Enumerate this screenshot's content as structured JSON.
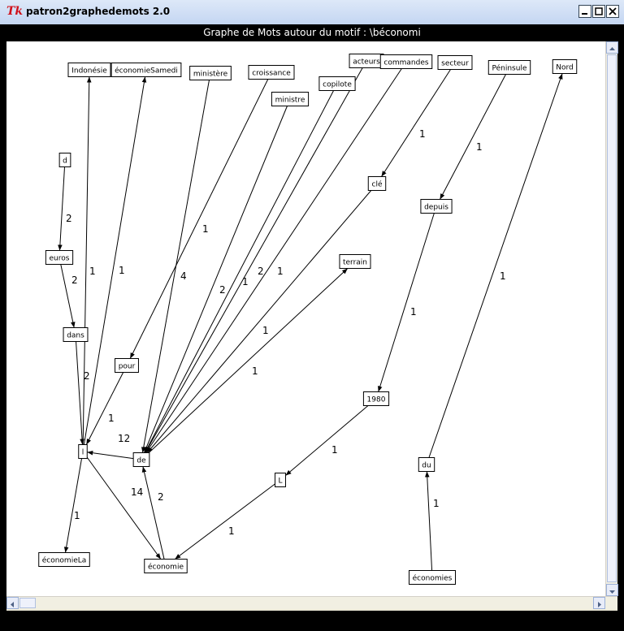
{
  "window": {
    "title": "patron2graphedemots 2.0",
    "icon": "tk-feather-icon"
  },
  "header": {
    "text": "Graphe de Mots autour du motif : \\béconomi"
  },
  "graph": {
    "nodes": [
      {
        "id": "indonesie",
        "label": "Indonésie"
      },
      {
        "id": "economiesamedi",
        "label": "économieSamedi"
      },
      {
        "id": "ministere_acc",
        "label": "ministère"
      },
      {
        "id": "croissance",
        "label": "croissance"
      },
      {
        "id": "acteurs",
        "label": "acteurs"
      },
      {
        "id": "commandes",
        "label": "commandes"
      },
      {
        "id": "secteur",
        "label": "secteur"
      },
      {
        "id": "peninsule",
        "label": "Péninsule"
      },
      {
        "id": "nord",
        "label": "Nord"
      },
      {
        "id": "copilote",
        "label": "copilote"
      },
      {
        "id": "ministre",
        "label": "ministre"
      },
      {
        "id": "d",
        "label": "d"
      },
      {
        "id": "cle",
        "label": "clé"
      },
      {
        "id": "depuis",
        "label": "depuis"
      },
      {
        "id": "euros",
        "label": "euros"
      },
      {
        "id": "terrain",
        "label": "terrain"
      },
      {
        "id": "dans",
        "label": "dans"
      },
      {
        "id": "pour",
        "label": "pour"
      },
      {
        "id": "n1980",
        "label": "1980"
      },
      {
        "id": "l_low",
        "label": "l"
      },
      {
        "id": "de",
        "label": "de"
      },
      {
        "id": "du",
        "label": "du"
      },
      {
        "id": "l_up",
        "label": "L"
      },
      {
        "id": "economiela",
        "label": "économieLa"
      },
      {
        "id": "economie",
        "label": "économie"
      },
      {
        "id": "economies",
        "label": "économies"
      }
    ],
    "edges": [
      {
        "from": "d",
        "to": "euros",
        "label": "2"
      },
      {
        "from": "euros",
        "to": "dans",
        "label": "2"
      },
      {
        "from": "dans",
        "to": "l_low",
        "label": "2"
      },
      {
        "from": "l_low",
        "to": "indonesie",
        "label": "1"
      },
      {
        "from": "l_low",
        "to": "economiesamedi",
        "label": "1"
      },
      {
        "from": "pour",
        "to": "l_low",
        "label": "1"
      },
      {
        "from": "de",
        "to": "l_low",
        "label": "12"
      },
      {
        "from": "l_low",
        "to": "economie",
        "label": "14"
      },
      {
        "from": "l_low",
        "to": "economiela",
        "label": "1"
      },
      {
        "from": "economie",
        "to": "de",
        "label": "2"
      },
      {
        "from": "ministere_acc",
        "to": "de",
        "label": "4"
      },
      {
        "from": "croissance",
        "to": "pour",
        "label": "1"
      },
      {
        "from": "ministre",
        "to": "de",
        "label": "2"
      },
      {
        "from": "copilote",
        "to": "de",
        "label": "1"
      },
      {
        "from": "acteurs",
        "to": "de",
        "label": "2"
      },
      {
        "from": "commandes",
        "to": "de",
        "label": "1"
      },
      {
        "from": "cle",
        "to": "de",
        "label": "1"
      },
      {
        "from": "de",
        "to": "terrain",
        "label": "1"
      },
      {
        "from": "secteur",
        "to": "cle",
        "label": "1"
      },
      {
        "from": "peninsule",
        "to": "depuis",
        "label": "1"
      },
      {
        "from": "depuis",
        "to": "n1980",
        "label": "1"
      },
      {
        "from": "n1980",
        "to": "l_up",
        "label": "1"
      },
      {
        "from": "l_up",
        "to": "economie",
        "label": "1"
      },
      {
        "from": "du",
        "to": "nord",
        "label": "1"
      },
      {
        "from": "economies",
        "to": "du",
        "label": "1"
      }
    ]
  },
  "colors": {
    "canvas_bg": "#ffffff",
    "frame": "#000000",
    "edge": "#000000"
  }
}
